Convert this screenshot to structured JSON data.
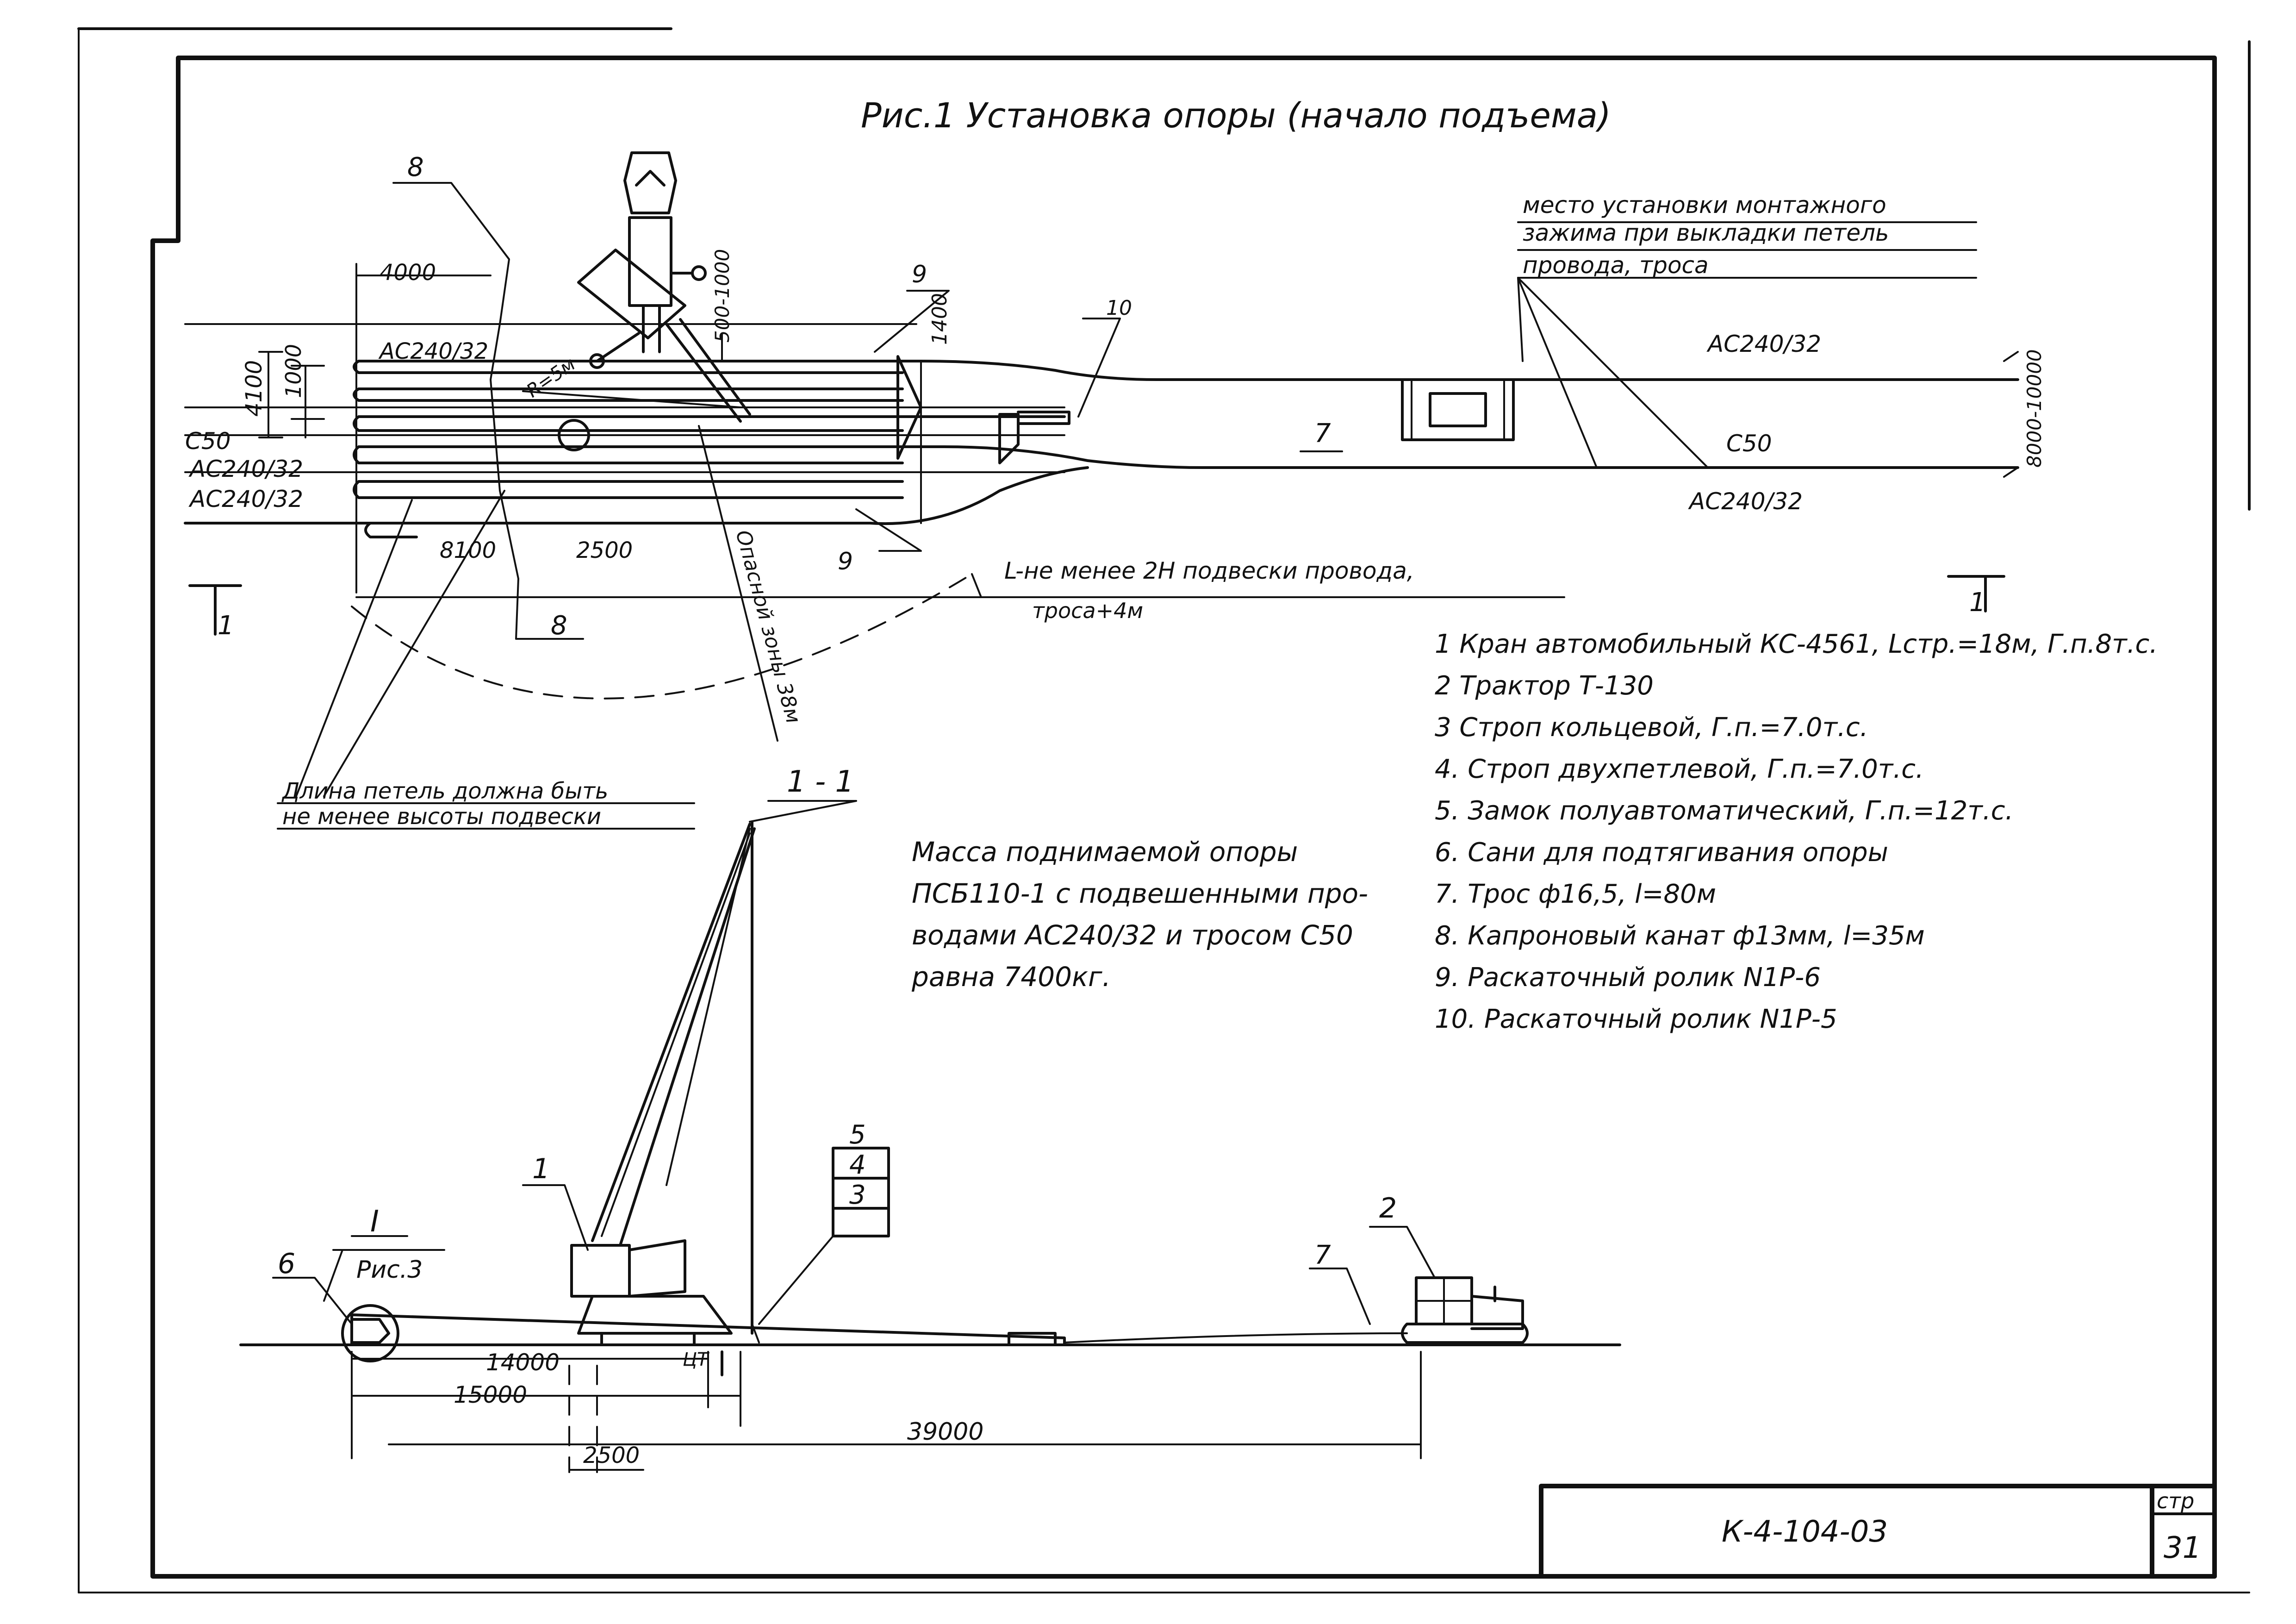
{
  "title": "Рис.1 Установка опоры (начало подъема)",
  "note_clamp": [
    "место установки монтажного",
    "зажима при выкладки петель",
    "провода, троса"
  ],
  "wires": {
    "ac_top": "АС240/32",
    "c50": "С50",
    "ac_mid": "АС240/32",
    "ac_bot": "АС240/32",
    "ac_right_top": "АС240/32",
    "c50_right": "С50",
    "ac_right_bot": "АС240/32"
  },
  "dims": {
    "d4000": "4000",
    "d4100": "4100",
    "d1000": "1000",
    "d500_1000": "500-1000",
    "d1400": "1400",
    "d8100": "8100",
    "d2500_top": "2500",
    "d8000_10000": "8000-10000",
    "d14000": "14000",
    "d15000": "15000",
    "d39000": "39000",
    "d2500_bot": "2500",
    "ct": "ЦТ"
  },
  "misc": {
    "r5m": "R=5м",
    "danger_zone": "Опасной зоны 38м",
    "l_note": "L-не менее 2Н подвески провода,",
    "l_note2": "троса+4м"
  },
  "callouts": {
    "c8_top": "8",
    "c8_bot": "8",
    "c9_top": "9",
    "c9_bot": "9",
    "c10": "10",
    "c7_top": "7",
    "c1": "1",
    "c2": "2",
    "c3": "3",
    "c4": "4",
    "c5": "5",
    "c6": "6",
    "c7_bot": "7",
    "detail_num": "I",
    "detail_ref": "Рис.3"
  },
  "section": {
    "left_mark": "1",
    "right_mark": "1",
    "view_title": "1 - 1"
  },
  "loop_note": [
    "Длина петель должна быть",
    "не менее высоты подвески"
  ],
  "mass_note": [
    "Масса поднимаемой опоры",
    "ПСБ110-1 с подвешенными про-",
    "водами АС240/32 и тросом С50",
    "равна 7400кг."
  ],
  "legend": [
    "1 Кран автомобильный КС-4561, Lстр.=18м, Г.п.8т.с.",
    "2 Трактор Т-130",
    "3 Строп кольцевой, Г.п.=7.0т.с.",
    "4. Строп двухпетлевой, Г.п.=7.0т.с.",
    "5. Замок полуавтоматический, Г.п.=12т.с.",
    "6. Сани для подтягивания опоры",
    "7. Трос ф16,5, l=80м",
    "8. Капроновый канат ф13мм, l=35м",
    "9. Раскаточный ролик N1Р-6",
    "10. Раскаточный ролик N1Р-5"
  ],
  "title_block": {
    "code": "К-4-104-03",
    "page_label": "стр",
    "page_number": "31"
  }
}
